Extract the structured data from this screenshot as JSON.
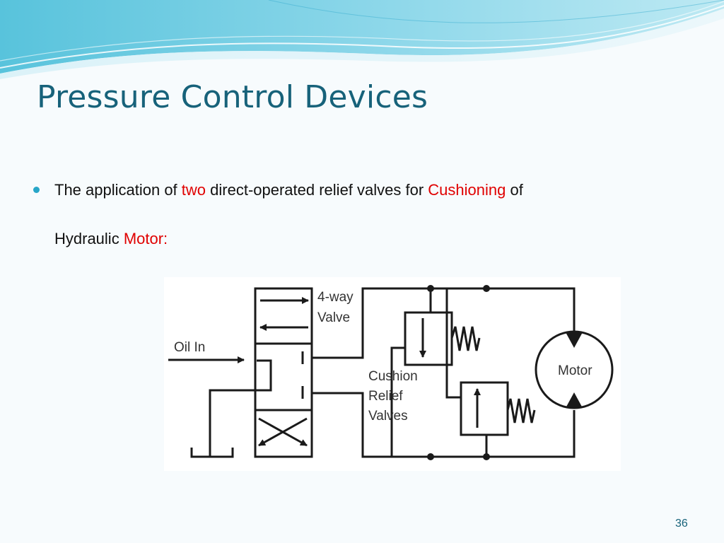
{
  "slide": {
    "title": "Pressure Control Devices",
    "bullet": {
      "part1": "The application of ",
      "highlight1": "two",
      "part2": " direct-operated relief valves for ",
      "highlight2": "Cushioning",
      "part3": " of",
      "part4": "Hydraulic ",
      "highlight3": "Motor:"
    },
    "slide_number": "36",
    "colors": {
      "title": "#17627a",
      "highlight": "#e00000",
      "bullet": "#27a6c8"
    }
  },
  "diagram": {
    "labels": {
      "valve_line1": "4-way",
      "valve_line2": "Valve",
      "oil_in": "Oil In",
      "cushion_line1": "Cushion",
      "cushion_line2": "Relief",
      "cushion_line3": "Valves",
      "motor": "Motor"
    }
  }
}
